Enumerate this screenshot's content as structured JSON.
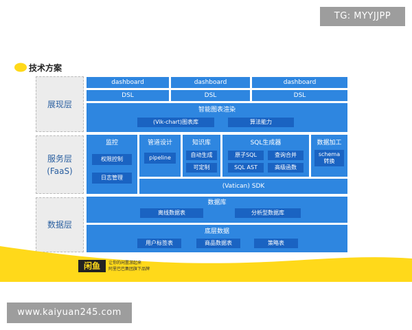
{
  "watermark_top": "TG: MYYJJPP",
  "watermark_bottom": "www.kaiyuan245.com",
  "slide_title": "技术方案",
  "layers": {
    "presentation": "展现层",
    "service_line1": "服务层",
    "service_line2": "(FaaS)",
    "data": "数据层"
  },
  "presentation": {
    "dashboards": [
      "dashboard",
      "dashboard",
      "dashboard"
    ],
    "dsl": [
      "DSL",
      "DSL",
      "DSL"
    ],
    "render_title": "智能图表渲染",
    "render_items": [
      "(Vik-chart)图表库",
      "算法能力"
    ]
  },
  "service": {
    "monitor": {
      "title": "监控",
      "items": [
        "权限控制",
        "日志管理"
      ]
    },
    "pipeline_design": {
      "title": "管道设计",
      "item": "pipeline"
    },
    "knowledge": {
      "title": "知识库",
      "items": [
        "自动生成",
        "可定制"
      ]
    },
    "sql": {
      "title": "SQL生成器",
      "items": [
        "原子SQL",
        "查询合并",
        "SQL AST",
        "高级函数"
      ]
    },
    "data_processing": {
      "title": "数据加工",
      "item": "schema 转换"
    },
    "sdk": "(Vatican) SDK"
  },
  "data": {
    "database_title": "数据库",
    "database_items": [
      "离线数据表",
      "分析型数据库"
    ],
    "base_title": "底层数据",
    "base_items": [
      "用户标签表",
      "商品数据表",
      "策略表"
    ]
  },
  "footer": {
    "logo_text": "闲鱼",
    "line1": "让你的闲置游起来",
    "line2": "阿里巴巴集团旗下品牌"
  },
  "colors": {
    "accent_blue": "#2e86e0",
    "dark_blue": "#1a63c2",
    "brand_yellow": "#ffd91a"
  }
}
